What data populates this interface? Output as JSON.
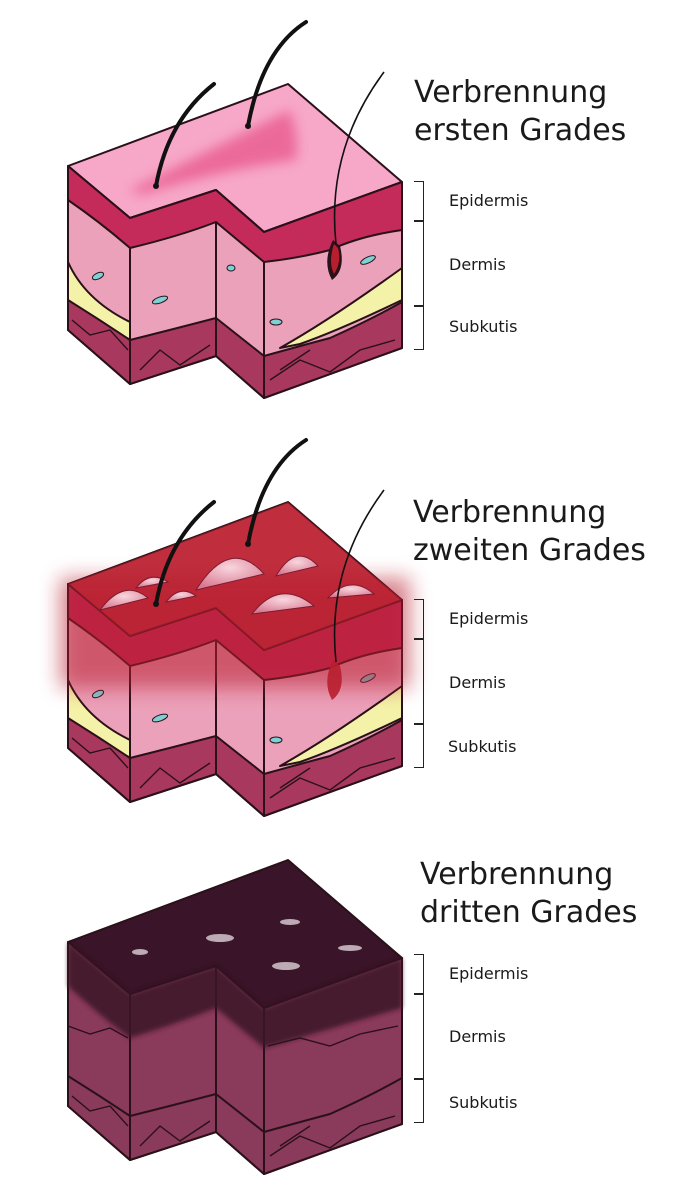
{
  "panels": [
    {
      "title_line1": "Verbrennung",
      "title_line2": "ersten Grades",
      "layers": [
        "Epidermis",
        "Dermis",
        "Subkutis"
      ]
    },
    {
      "title_line1": "Verbrennung",
      "title_line2": "zweiten Grades",
      "layers": [
        "Epidermis",
        "Dermis",
        "Subkutis"
      ]
    },
    {
      "title_line1": "Verbrennung",
      "title_line2": "dritten Grades",
      "layers": [
        "Epidermis",
        "Dermis",
        "Subkutis"
      ]
    }
  ],
  "colors": {
    "skin_top": "#f7a8c8",
    "epidermis": "#c42a5a",
    "dermis": "#eba1b9",
    "fat": "#f4f2a8",
    "subkutis": "#a8385e",
    "burn_red": "#b81e2e",
    "burn_dark": "#3a1428"
  }
}
